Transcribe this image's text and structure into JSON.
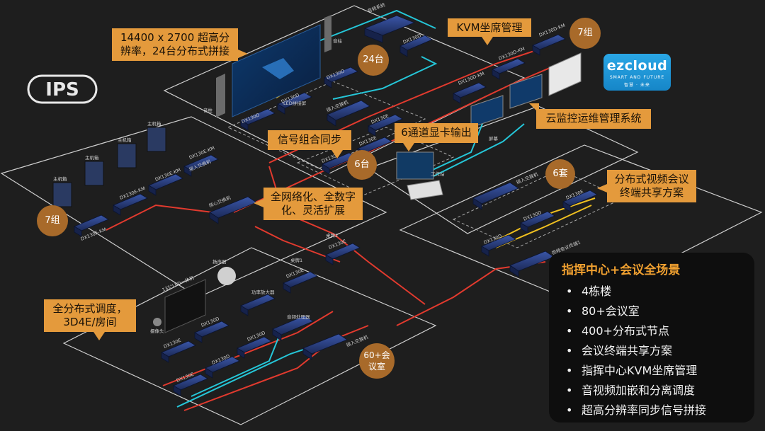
{
  "logo": {
    "text": "IPS"
  },
  "ezcloud": {
    "name": "ezcloud",
    "tagline": "SMART AND FUTURE",
    "cn": "智慧 · 未来"
  },
  "callouts": {
    "video_wall": "14400 x 2700 超高分辨率，24台分布式拼接",
    "kvm": "KVM坐席管理",
    "cloud_monitor": "云监控运维管理系统",
    "signal_sync": "信号组合同步",
    "gpu_out": "6通道显卡输出",
    "network": "全网络化、全数字化、灵活扩展",
    "conference": "分布式视频会议终端共享方案",
    "dispatch": "全分布式调度，3D4E/房间"
  },
  "badges": {
    "b24": "24台",
    "b7_top": "7组",
    "b6tai": "6台",
    "b6tao": "6套",
    "b7_left": "7组",
    "b60": "60+会议室"
  },
  "device_labels": {
    "dx130d": "DX130D",
    "dx130e": "DX130E",
    "dx130e_km": "DX130E-KM",
    "dx130d_km": "DX130D-KM",
    "host": "主机箱",
    "access_switch": "接入交换机",
    "core_switch": "核心交换机",
    "audio_system": "音频系统",
    "led_wall": "LED拼接屏",
    "pillar": "音柱",
    "workstation": "工作站",
    "desk1": "桌牌1",
    "desk2": "桌牌2",
    "amp": "功率放大器",
    "audio_proc": "音频处理器",
    "speaker": "扬声器",
    "led135": "135\"LED一体机",
    "camera": "摄像头",
    "screen": "屏幕",
    "conf_term": "视频会议终端1"
  },
  "panel": {
    "title": "指挥中心+会议全场景",
    "items": [
      "4栋楼",
      "80+会议室",
      "400+分布式节点",
      "会议终端共享方案",
      "指挥中心KVM坐席管理",
      "音视频加嵌和分离调度",
      "超高分辨率同步信号拼接"
    ]
  },
  "colors": {
    "background": "#1e1e1e",
    "callout": "#e49a3c",
    "badge": "#a86a2a",
    "red_link": "#e23a2e",
    "cyan_link": "#25c6d8",
    "yellow_link": "#f0c020",
    "device": "#2c3e7a",
    "panel_title": "#f0a030"
  }
}
